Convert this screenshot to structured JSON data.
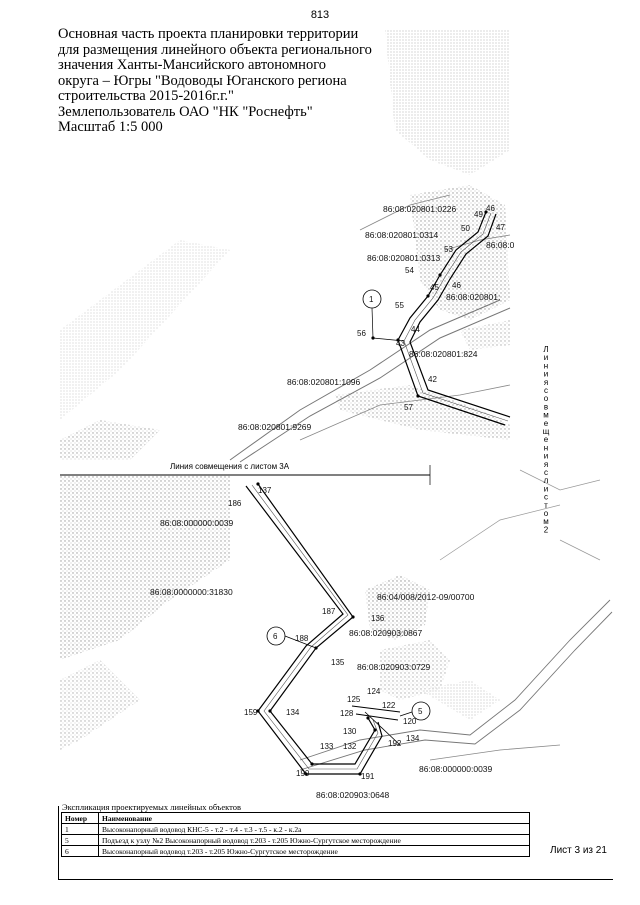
{
  "page_number": "813",
  "title_lines": [
    "Основная часть проекта планировки территории",
    "для размещения линейного объекта регионального",
    "значения Ханты-Мансийского автономного",
    "округа – Югры \"Водоводы Юганского региона",
    "строительства 2015-2016г.г.\"",
    "Землепользователь ОАО \"НК \"Роснефть\"",
    "Масштаб 1:5 000"
  ],
  "combination_line_label": "Линия совмещения с листом 3А",
  "combination_vertical_letters": [
    "Л",
    "и",
    "н",
    "и",
    "я",
    "с",
    "о",
    "в",
    "м",
    "е",
    "щ",
    "е",
    "н",
    "и",
    "я",
    "с",
    "л",
    "и",
    "с",
    "т",
    "о",
    "м",
    "2"
  ],
  "parcels": [
    "86:08:020801:0226",
    "86:08:020801:0314",
    "86:08:020801:0313",
    "86:08:0",
    "86:08:020801:",
    "86:08:020801:824",
    "86:08:020801:1096",
    "86:08:020801:9269",
    "86:08:000000:0039",
    "86:08:0000000:31830",
    "86:04/008/2012-09/00700",
    "86:08:020903:0867",
    "86:08:020903:0729",
    "86:08:000000:0039",
    "86:08:020903:0648"
  ],
  "points": [
    "46",
    "49",
    "47",
    "50",
    "53",
    "54",
    "45",
    "46",
    "55",
    "44",
    "56",
    "43",
    "42",
    "57",
    "137",
    "186",
    "187",
    "136",
    "188",
    "135",
    "124",
    "125",
    "122",
    "128",
    "120",
    "130",
    "134",
    "159",
    "134",
    "133",
    "132",
    "192",
    "190",
    "191"
  ],
  "route_markers": [
    "1",
    "6",
    "5"
  ],
  "explication": {
    "title": "Экспликация проектируемых линейных объектов",
    "headers": [
      "Номер",
      "Наименование"
    ],
    "rows": [
      [
        "1",
        "Высоконапорный водовод КНС-5 - т.2 - т.4 - т.3 - т.5 - к.2 - к.2а"
      ],
      [
        "5",
        "Подъезд к узлу №2 Высоконапорный водовод т.203 - т.205 Южно-Сургутское месторождение"
      ],
      [
        "6",
        "Высоконапорный водовод т.203 - т.205 Южно-Сургутское месторождение"
      ]
    ]
  },
  "sheet_label": "Лист 3 из 21"
}
